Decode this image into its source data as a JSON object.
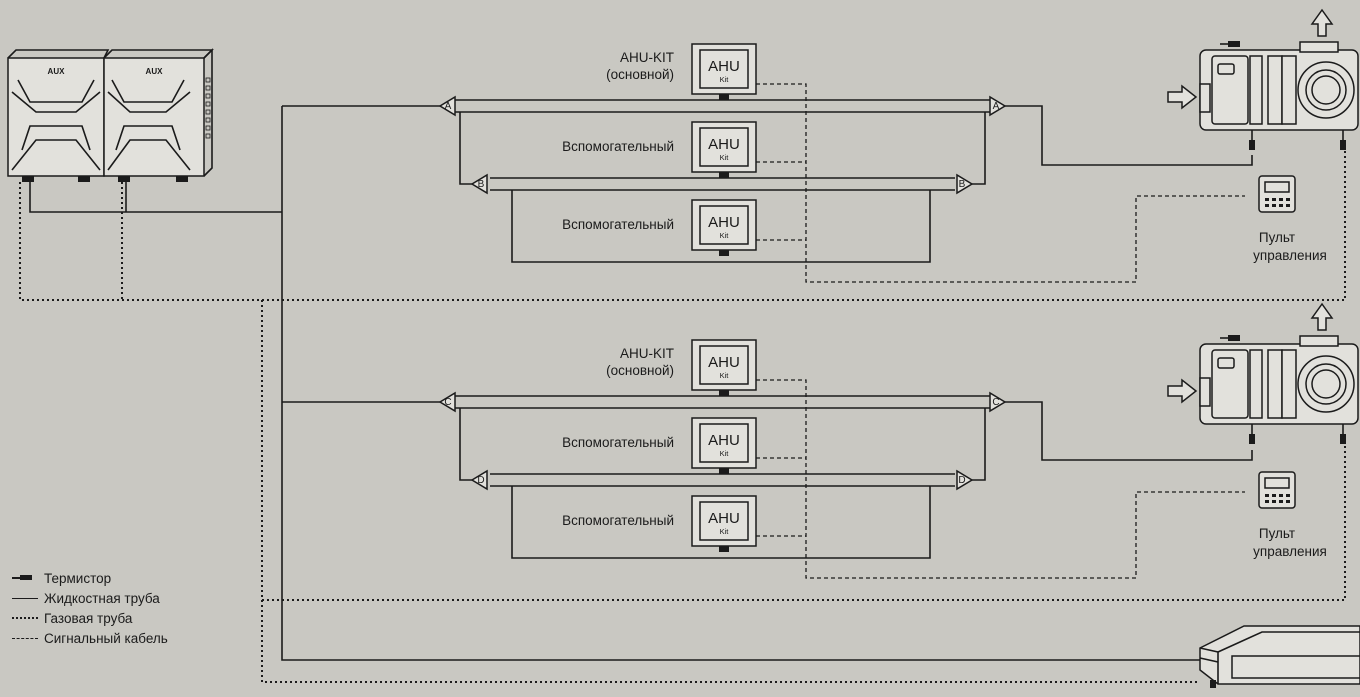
{
  "labels": {
    "ahu_kit_main_line1": "AHU-KIT",
    "ahu_kit_main_line2": "(основной)",
    "auxiliary": "Вспомогательный",
    "ahu_box_title": "AHU",
    "ahu_box_sub": "Kit",
    "remote_line1": "Пульт",
    "remote_line2": "управления",
    "brand_logo": "AUX"
  },
  "branch_markers": {
    "group1": [
      "A",
      "B"
    ],
    "group2": [
      "C",
      "D"
    ]
  },
  "legend": [
    {
      "icon": "thermistor-icon",
      "label": "Термистор"
    },
    {
      "icon": "liquid-pipe-line",
      "label": "Жидкостная труба"
    },
    {
      "icon": "gas-pipe-line",
      "label": "Газовая труба"
    },
    {
      "icon": "signal-cable-line",
      "label": "Сигнальный кабель"
    }
  ],
  "colors": {
    "background": "#c9c8c2",
    "line": "#1b1b1b",
    "box_fill": "#e2e1dc"
  }
}
